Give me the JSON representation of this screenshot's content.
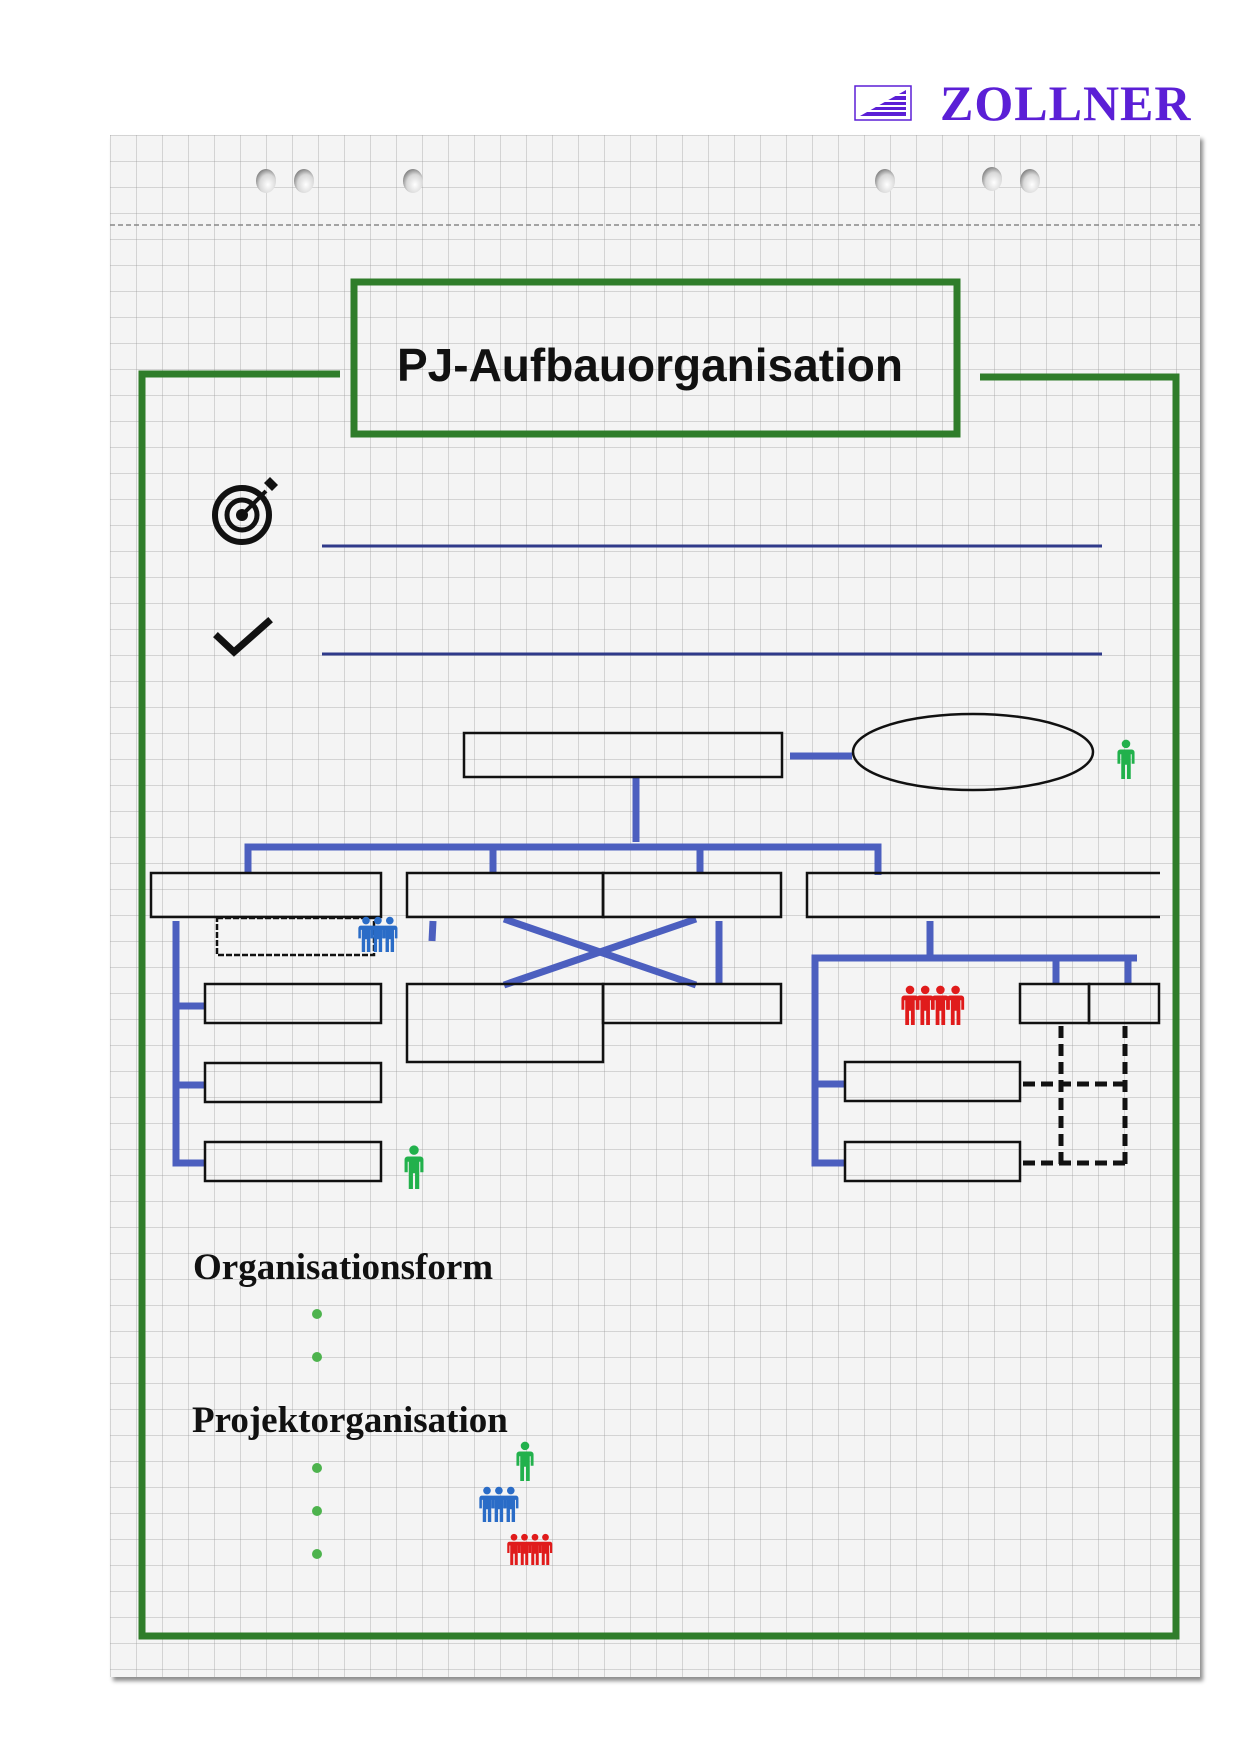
{
  "brand": {
    "name": "ZOLLNER",
    "color": "#5b1fd6"
  },
  "sheet": {
    "title": "PJ-Aufbauorganisation",
    "frame_color": "#2f7d2a",
    "connector_color": "#4c5fbf"
  },
  "fields": [
    {
      "icon": "target-icon",
      "value": ""
    },
    {
      "icon": "checkmark-icon",
      "value": ""
    }
  ],
  "sections": [
    {
      "heading": "Organisationsform",
      "bullets": [
        "",
        ""
      ]
    },
    {
      "heading": "Projektorganisation",
      "bullets": [
        {
          "text": "",
          "icon": "single-person-icon",
          "color": "#22b14c"
        },
        {
          "text": "",
          "icon": "group-of-three-icon",
          "color": "#2a6cc7"
        },
        {
          "text": "",
          "icon": "group-of-four-icon",
          "color": "#e01b1b"
        }
      ]
    }
  ],
  "legend_colors": {
    "person_green": "#22b14c",
    "group_blue": "#2a6cc7",
    "group_red": "#e01b1b",
    "bullet_green": "#4db34d"
  }
}
